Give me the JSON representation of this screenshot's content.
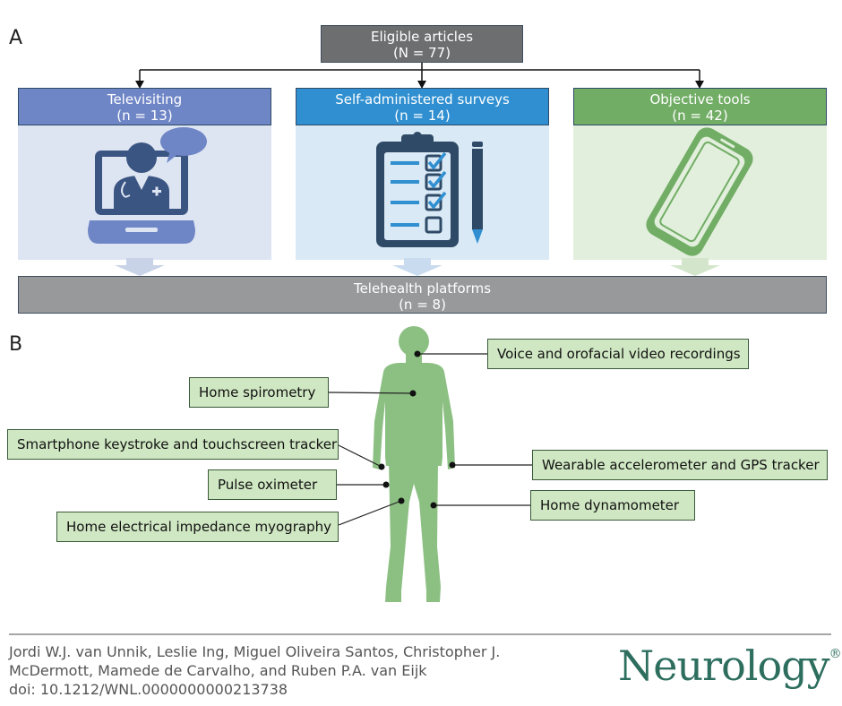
{
  "panel_a": {
    "letter": "A",
    "top_box": {
      "title": "Eligible articles",
      "count": "(N = 77)"
    },
    "categories": [
      {
        "title": "Televisiting",
        "count": "(n = 13)",
        "color": "#6f86c6",
        "icon": "doctor-laptop-icon"
      },
      {
        "title": "Self-administered surveys",
        "count": "(n = 14)",
        "color": "#2f8fd0",
        "icon": "clipboard-checklist-icon"
      },
      {
        "title": "Objective tools",
        "count": "(n = 42)",
        "color": "#72ad66",
        "icon": "smartphone-icon"
      }
    ],
    "bottom_box": {
      "title": "Telehealth platforms",
      "count": "(n = 8)"
    }
  },
  "panel_b": {
    "letter": "B",
    "labels": [
      {
        "id": "voice",
        "text": "Voice and orofacial video recordings"
      },
      {
        "id": "spirometry",
        "text": "Home spirometry"
      },
      {
        "id": "keystroke",
        "text": "Smartphone keystroke and touchscreen tracker"
      },
      {
        "id": "oximeter",
        "text": "Pulse oximeter"
      },
      {
        "id": "myography",
        "text": "Home electrical impedance myography"
      },
      {
        "id": "accelerometer",
        "text": "Wearable accelerometer and GPS tracker"
      },
      {
        "id": "dynamometer",
        "text": "Home dynamometer"
      }
    ]
  },
  "citation": {
    "authors_line1": "Jordi W.J. van Unnik, Leslie Ing, Miguel Oliveira Santos, Christopher J.",
    "authors_line2": "McDermott, Mamede de Carvalho, and Ruben P.A. van Eijk",
    "doi": "doi: 10.1212/WNL.0000000000213738",
    "journal": "Neurology",
    "journal_mark": "®"
  },
  "colors": {
    "figure_green": "#8cc083",
    "label_fill": "#cfe7c2",
    "televisiting_panel": "#dde4f2",
    "surveys_panel": "#d9e9f6",
    "objective_panel": "#e2efdc",
    "journal_color": "#2d6e5e"
  }
}
